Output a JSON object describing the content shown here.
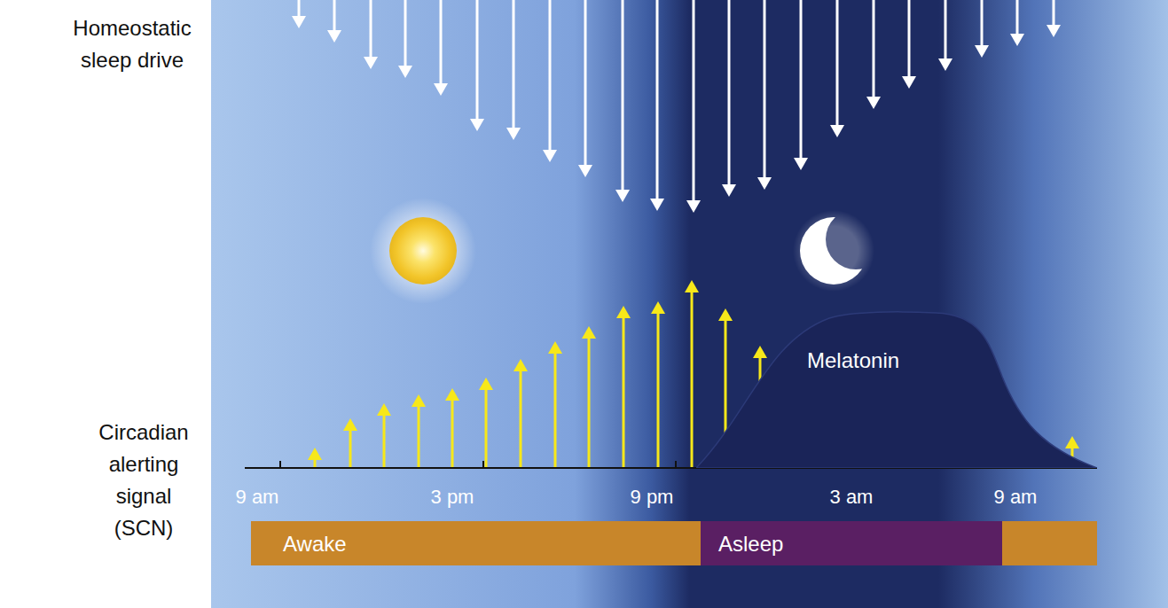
{
  "diagram": {
    "nodes": [
      {
        "text": [
          "Melatonin"
        ]
      },
      {
        "text": [
          "Awake"
        ]
      },
      {
        "text": [
          "Asleep"
        ]
      }
    ],
    "labels": [
      "Homeostatic sleep drive",
      "Circadian alerting signal (SCN)",
      "9 am",
      "3 pm",
      "9 pm",
      "3 am",
      "9 am"
    ]
  }
}
